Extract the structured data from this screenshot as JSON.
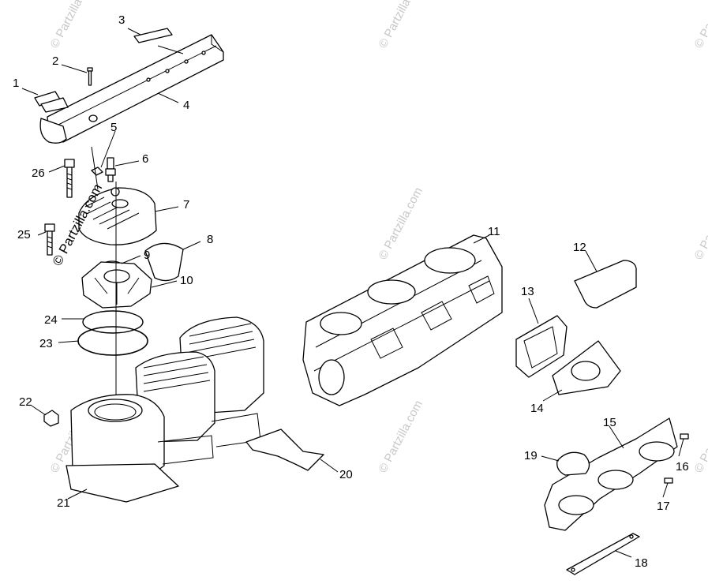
{
  "watermark": {
    "text": "© Partzilla.com",
    "main_text": "© Partzilla.com"
  },
  "callouts": [
    {
      "id": "1",
      "label": "1"
    },
    {
      "id": "2",
      "label": "2"
    },
    {
      "id": "3",
      "label": "3"
    },
    {
      "id": "4",
      "label": "4"
    },
    {
      "id": "5",
      "label": "5"
    },
    {
      "id": "6",
      "label": "6"
    },
    {
      "id": "7",
      "label": "7"
    },
    {
      "id": "8",
      "label": "8"
    },
    {
      "id": "9",
      "label": "9"
    },
    {
      "id": "10",
      "label": "10"
    },
    {
      "id": "11",
      "label": "11"
    },
    {
      "id": "12",
      "label": "12"
    },
    {
      "id": "13",
      "label": "13"
    },
    {
      "id": "14",
      "label": "14"
    },
    {
      "id": "15",
      "label": "15"
    },
    {
      "id": "16",
      "label": "16"
    },
    {
      "id": "17",
      "label": "17"
    },
    {
      "id": "18",
      "label": "18"
    },
    {
      "id": "19",
      "label": "19"
    },
    {
      "id": "20",
      "label": "20"
    },
    {
      "id": "21",
      "label": "21"
    },
    {
      "id": "22",
      "label": "22"
    },
    {
      "id": "23",
      "label": "23"
    },
    {
      "id": "24",
      "label": "24"
    },
    {
      "id": "25",
      "label": "25"
    },
    {
      "id": "26",
      "label": "26"
    }
  ],
  "colors": {
    "line": "#000000",
    "background": "#ffffff",
    "watermark": "#c8c8c8"
  }
}
